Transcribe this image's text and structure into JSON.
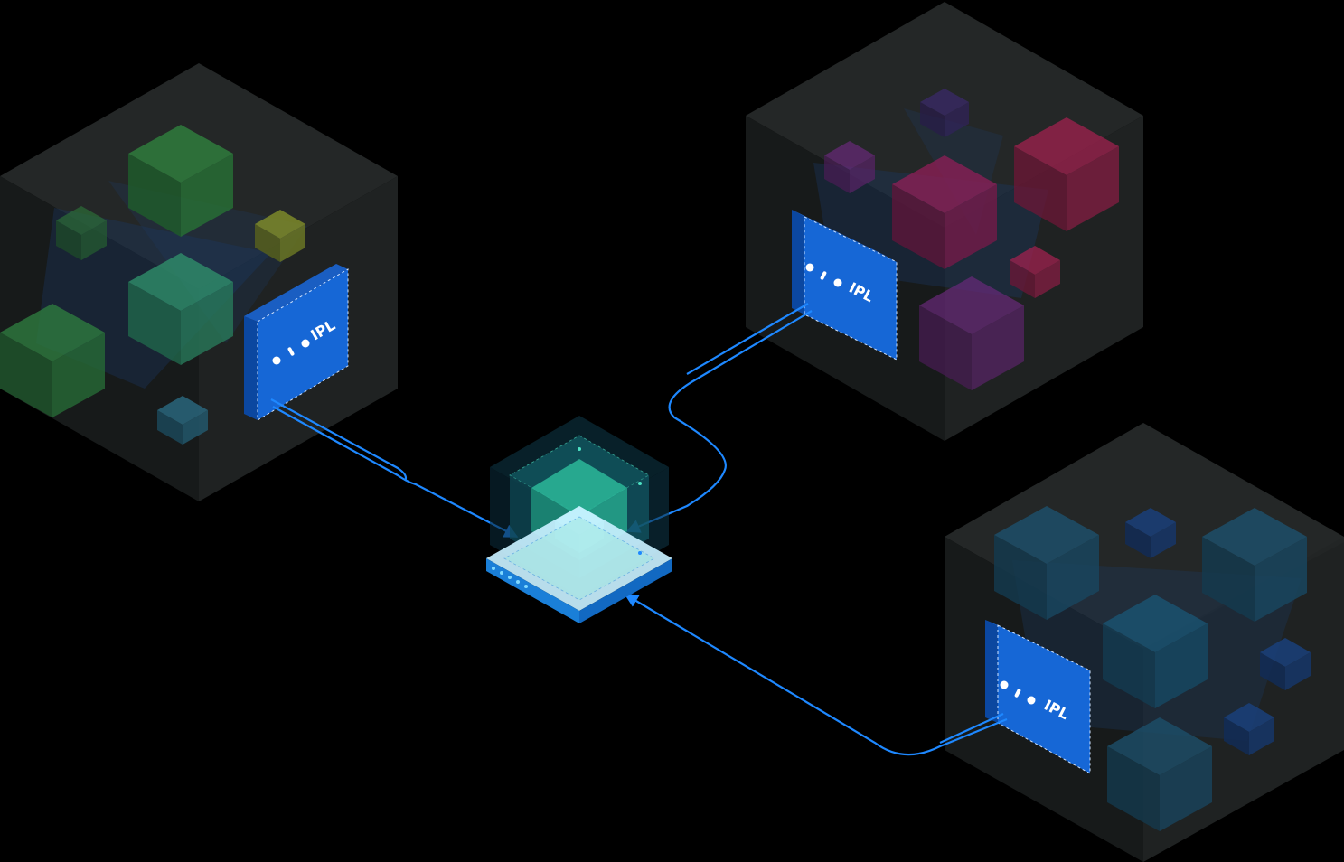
{
  "diagram": {
    "background": "#000000",
    "accent": "#1e88ff",
    "nodes": [
      {
        "id": "cluster-left",
        "label": "IPL",
        "palette": [
          "#2f7d3d",
          "#3a9a4a",
          "#2f8f6a",
          "#6d7a2a",
          "#1f5f6e"
        ]
      },
      {
        "id": "cluster-top-right",
        "label": "IPL",
        "palette": [
          "#8a1f55",
          "#6a2a7a",
          "#3a2a6a",
          "#a0224f"
        ]
      },
      {
        "id": "cluster-bottom-right",
        "label": "IPL",
        "palette": [
          "#1d4f6a",
          "#1a5a7a",
          "#1a3f7a"
        ]
      },
      {
        "id": "central-hub",
        "label": "",
        "palette": [
          "#4de2c4",
          "#1a7fd8",
          "#c8f0ff"
        ]
      }
    ],
    "edges": [
      {
        "from": "cluster-left",
        "to": "central-hub"
      },
      {
        "from": "cluster-top-right",
        "to": "central-hub"
      },
      {
        "from": "cluster-bottom-right",
        "to": "central-hub"
      }
    ]
  }
}
